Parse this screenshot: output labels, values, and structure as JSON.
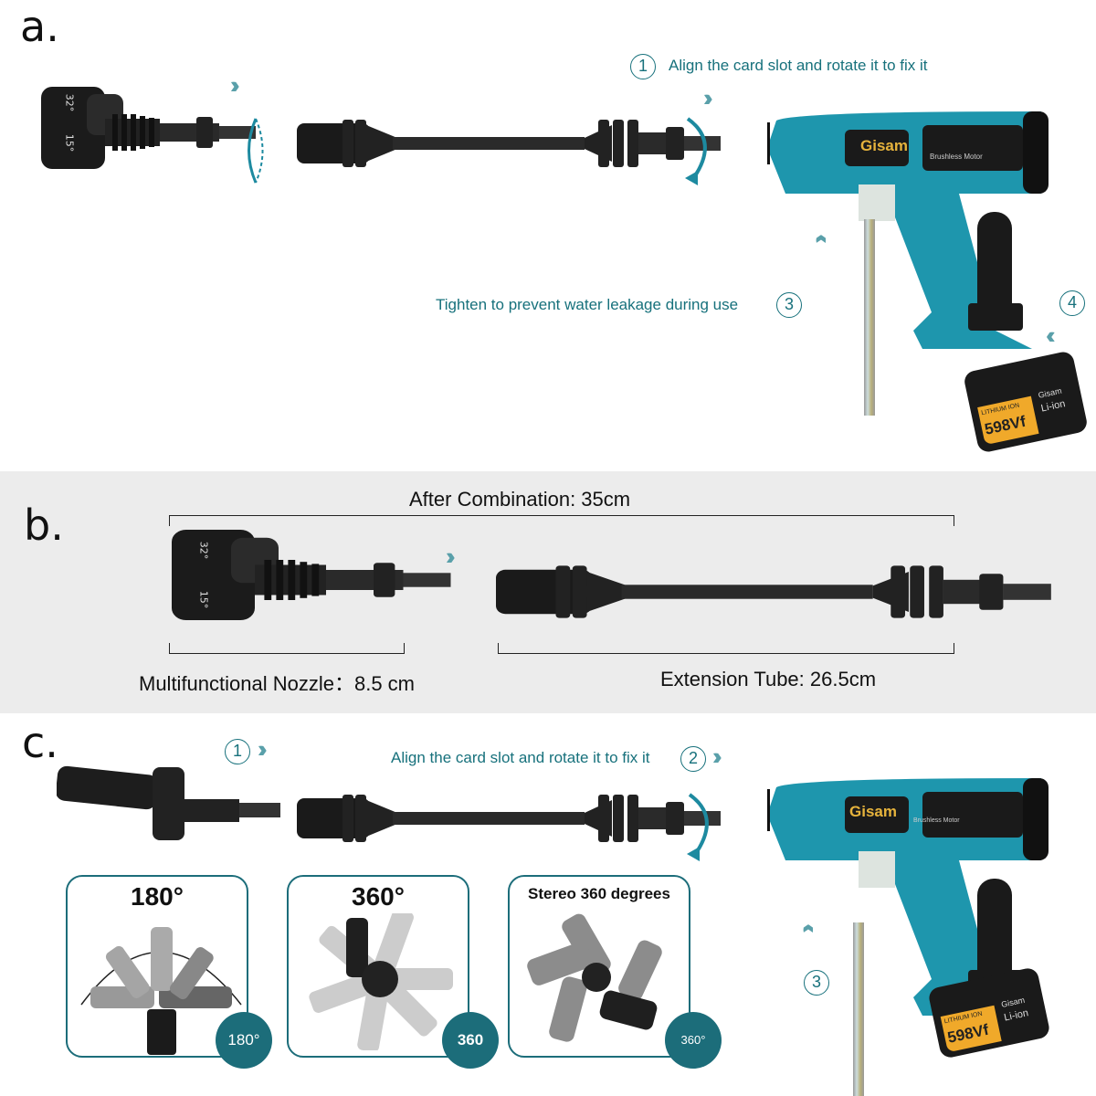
{
  "sections": {
    "a": {
      "letter": "a.",
      "step1_number": "1",
      "step1_text": "Align the card slot and rotate it to fix it",
      "step3_text": "Tighten to prevent water leakage during use",
      "step3_number": "3",
      "step4_number": "4"
    },
    "b": {
      "letter": "b.",
      "combined_label": "After Combination: 35cm",
      "nozzle_label": "Multifunctional Nozzle：8.5 cm",
      "tube_label": "Extension Tube: 26.5cm"
    },
    "c": {
      "letter": "c.",
      "step1_number": "1",
      "step2_text": "Align the card slot and rotate it to fix it",
      "step2_number": "2",
      "step3_number": "3",
      "cards": [
        {
          "title": "180°",
          "badge": "180°"
        },
        {
          "title": "360°",
          "badge": "360"
        },
        {
          "title": "Stereo 360 degrees",
          "badge": "360°"
        }
      ]
    }
  },
  "product": {
    "brand": "Gisam",
    "motor_label": "Brushless Motor",
    "battery_type": "LITHIUM ION",
    "battery_voltage": "598Vf",
    "battery_chem": "Li-ion",
    "nozzle_angles": [
      "32°",
      "15°"
    ]
  },
  "colors": {
    "accent": "#17717c",
    "body": "#1e96ad",
    "badge": "#1c6d7a"
  }
}
